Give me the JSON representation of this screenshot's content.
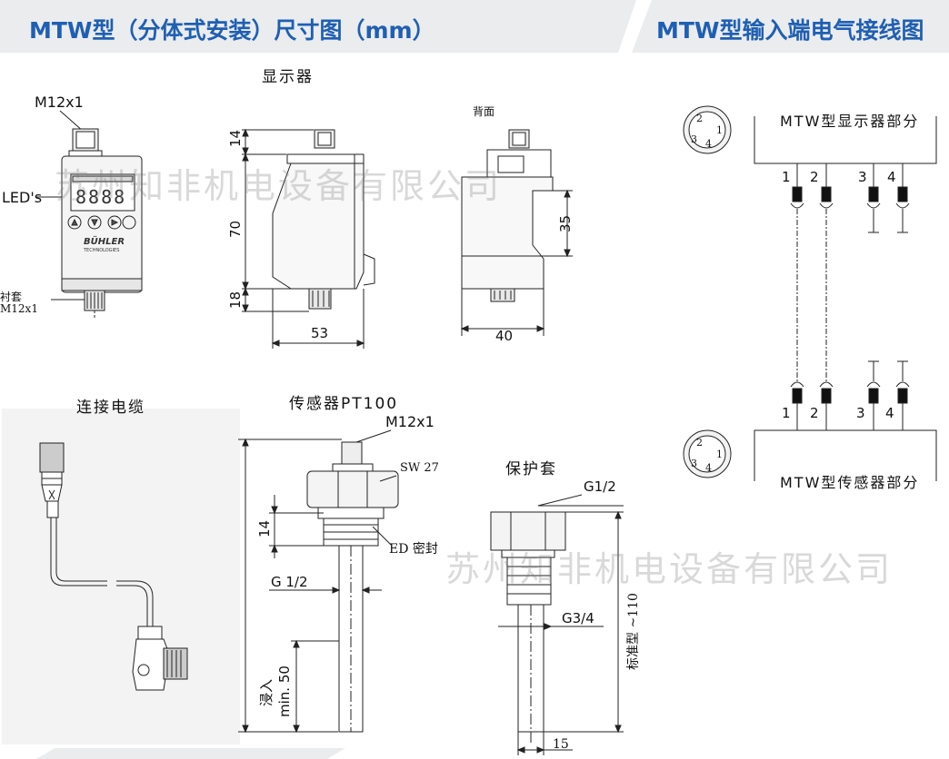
{
  "titles": {
    "left": "MTW型（分体式安装）尺寸图（mm）",
    "right": "MTW型输入端电气接线图"
  },
  "colors": {
    "title_blue": "#1f5fb3",
    "banner_grey": "#eaecee"
  },
  "display": {
    "heading": "显示器",
    "connector_label": "M12x1",
    "leds_label": "LED's",
    "bushing_label_line1": "衬套",
    "bushing_label_line2": "M12x1",
    "led_readout": "8888",
    "brand_name": "BÜHLER",
    "brand_sub": "TECHNOLOGIES",
    "back_label": "背面",
    "dim_top": "14",
    "dim_body": "70",
    "dim_bottom": "18",
    "dim_width": "53",
    "dim_back_height": "35",
    "dim_depth": "40"
  },
  "cable": {
    "heading": "连接电缆"
  },
  "sensor": {
    "heading": "传感器PT100",
    "connector_label": "M12x1",
    "sw_label": "SW 27",
    "seal_label": "ED 密封",
    "dim_14": "14",
    "thread_label": "G 1/2",
    "immersion_label": "浸入",
    "min_label": "min. 50"
  },
  "sleeve": {
    "heading": "保护套",
    "thread_top": "G1/2",
    "thread_mid": "G3/4",
    "length_label": "标准型 ~110",
    "dim_15": "15"
  },
  "wiring": {
    "display_part": "MTW型显示器部分",
    "sensor_part": "MTW型传感器部分",
    "top_pins": [
      "1",
      "2",
      "3",
      "4"
    ],
    "bottom_pins": [
      "1",
      "2",
      "3",
      "4"
    ],
    "plug_pins": [
      "2",
      "1",
      "3",
      "4"
    ]
  },
  "watermark": {
    "text": "苏州知非机电设备有限公司"
  }
}
